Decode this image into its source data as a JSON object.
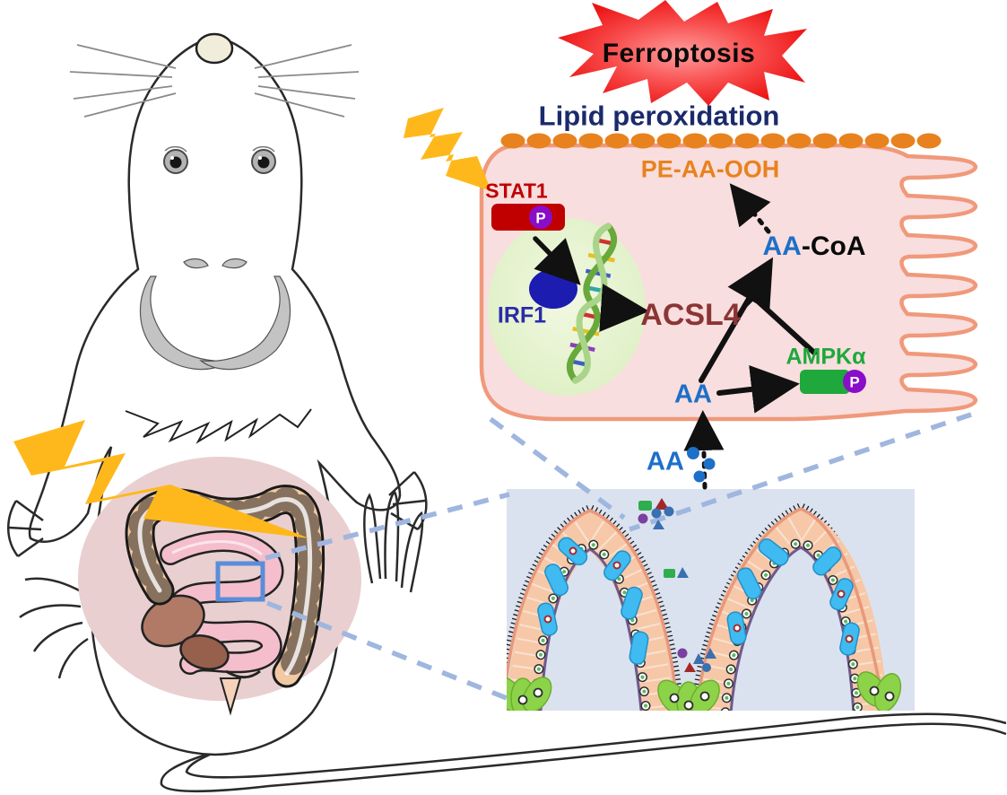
{
  "pathway": {
    "ferroptosis": "Ferroptosis",
    "lipid_peroxidation": "Lipid peroxidation",
    "pe_aa_ooh": "PE-AA-OOH",
    "stat1": "STAT1",
    "irf1": "IRF1",
    "acsl4": "ACSL4",
    "aa_coa_aa": "AA",
    "aa_coa_coa": "-CoA",
    "ampk_alpha": "AMPKα",
    "aa_intracellular": "AA",
    "aa_extracellular": "AA"
  },
  "badges": {
    "phospho": "P"
  },
  "icons": {
    "lightning_bolt_top": "radiation-stress-bolt-icon",
    "lightning_bolt_abdomen": "radiation-stress-bolt-icon",
    "burst": "ferroptosis-starburst-icon",
    "dna": "dna-helix-icon",
    "phospho_badge": "phosphorylation-circle-icon"
  },
  "colors": {
    "burst_red": "#ec1212",
    "lipid_text_navy": "#1b2a6b",
    "membrane_lipid_orange": "#e8821e",
    "stat1_red": "#c00000",
    "phospho_purple": "#8a0dc8",
    "irf1_blue": "#2b2ba8",
    "acsl4_maroon": "#8b3535",
    "aa_blue": "#1e6fc8",
    "ampk_green": "#1fa83c",
    "cell_fill": "#f8dede",
    "cell_membrane": "#f0997b",
    "nucleus_green": "#e5f3ce",
    "bolt_yellow": "#ffb81c",
    "dashed_line_blue": "#9fb6df",
    "inset_background": "#dbe2ef",
    "goblet_cell_blue": "#3fbbf2",
    "crypt_cell_green": "#8cd34a",
    "villus_epithelium_peach": "#f6c8a8",
    "highlight_box_blue": "#5b8dd9"
  }
}
